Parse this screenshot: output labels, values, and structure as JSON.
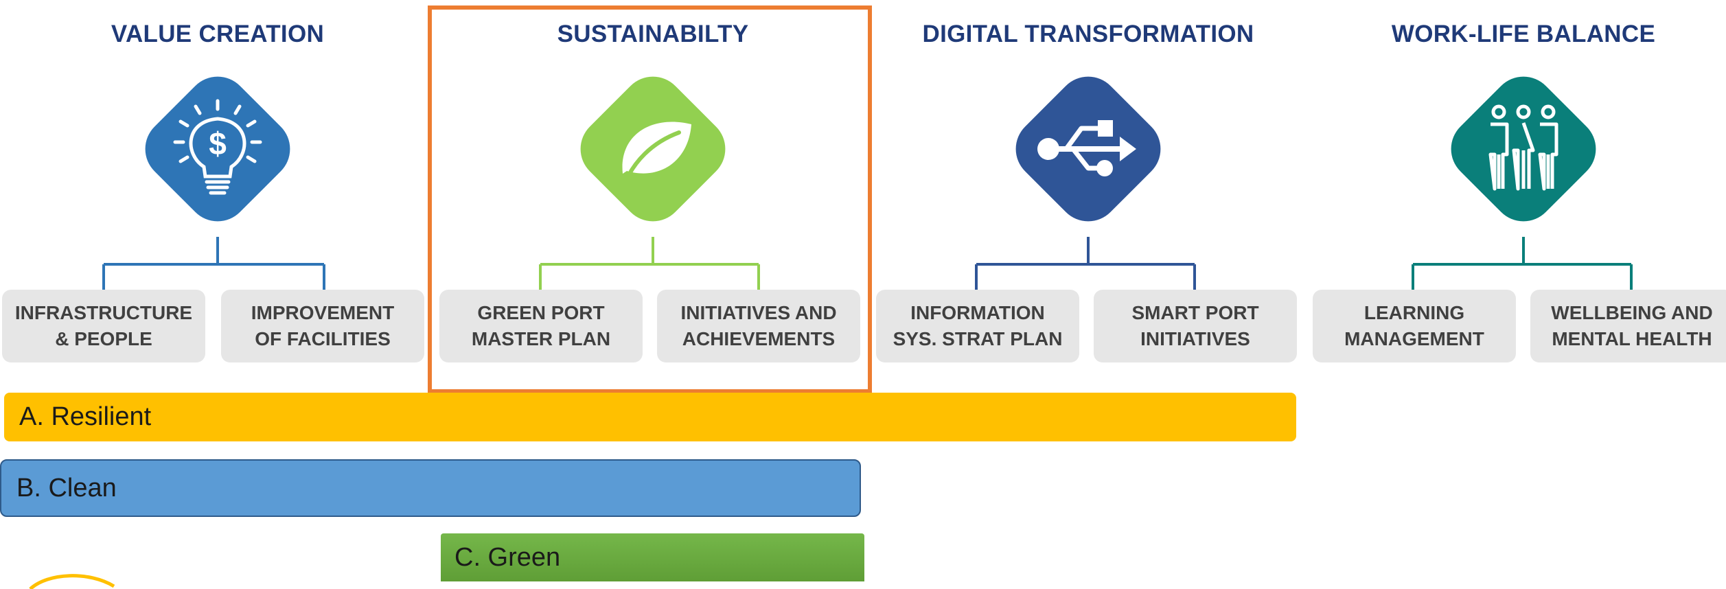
{
  "pillars": [
    {
      "title": "VALUE CREATION",
      "color": "#2e75b6",
      "icon": "lightbulb-dollar-icon",
      "items": [
        {
          "label": "INFRASTRUCTURE\n& PEOPLE"
        },
        {
          "label": "IMPROVEMENT\nOF FACILITIES"
        }
      ]
    },
    {
      "title": "SUSTAINABILTY",
      "color": "#92d050",
      "icon": "leaf-icon",
      "items": [
        {
          "label": "GREEN PORT\nMASTER PLAN"
        },
        {
          "label": "INITIATIVES AND\nACHIEVEMENTS"
        }
      ]
    },
    {
      "title": "DIGITAL TRANSFORMATION",
      "color": "#2f5597",
      "icon": "usb-icon",
      "items": [
        {
          "label": "INFORMATION\nSYS. STRAT PLAN"
        },
        {
          "label": "SMART PORT\nINITIATIVES"
        }
      ]
    },
    {
      "title": "WORK-LIFE BALANCE",
      "color": "#0a7f7a",
      "icon": "people-icon",
      "items": [
        {
          "label": "LEARNING\nMANAGEMENT"
        },
        {
          "label": "WELLBEING AND\nMENTAL HEALTH"
        }
      ]
    }
  ],
  "highlight_color": "#ed7d31",
  "title_color": "#1f3a78",
  "bars": [
    {
      "label": "A. Resilient",
      "color": "#ffc000"
    },
    {
      "label": "B. Clean",
      "color": "#5b9bd5"
    },
    {
      "label": "C. Green",
      "color": "#70ad47"
    }
  ]
}
